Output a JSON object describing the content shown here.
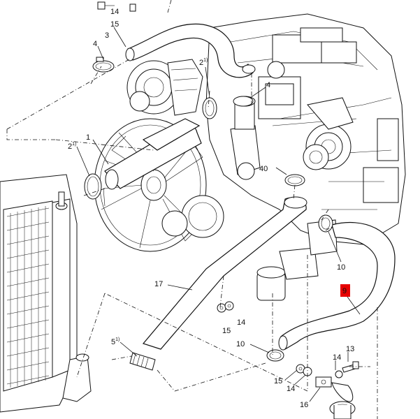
{
  "callouts": {
    "c14_top": "14",
    "c15_top": "15",
    "c3": "3",
    "c4_left": "4",
    "c2_mid": "2",
    "c2_mid_sup": "1)",
    "c4_mid": "4",
    "c1": "1",
    "c2_left": "2",
    "c2_left_sup": "1)",
    "c40": "40",
    "c10_right": "10",
    "c9": "9",
    "c17": "17",
    "c14_mid": "14",
    "c15_mid": "15",
    "c5": "5",
    "c5_sup": "1)",
    "c10_low": "10",
    "c14_low": "14",
    "c13": "13",
    "c15_low": "15",
    "c14_bottom": "14",
    "c16": "16"
  },
  "colors": {
    "highlight": "#e60000",
    "ink": "#111111"
  }
}
